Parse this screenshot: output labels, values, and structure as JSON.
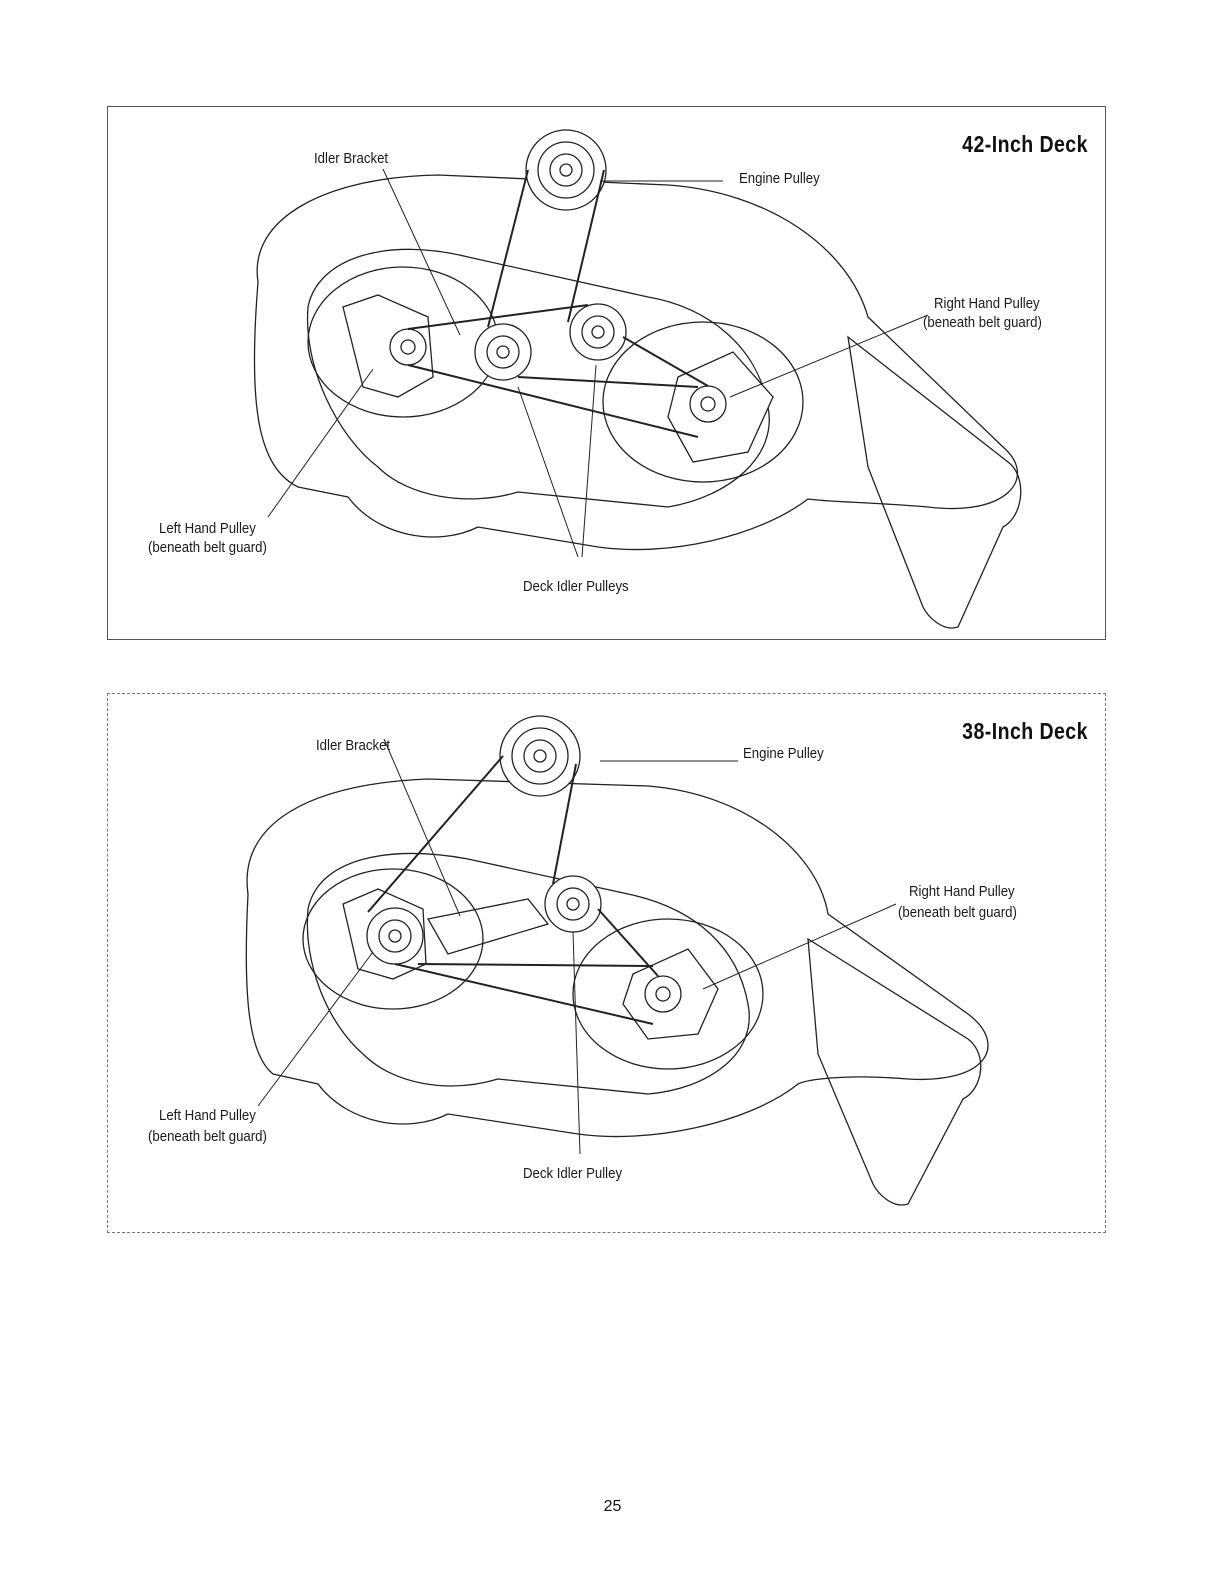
{
  "page_number": "25",
  "decks": [
    {
      "title": "42-Inch Deck",
      "labels": {
        "idler_bracket": "Idler Bracket",
        "engine_pulley": "Engine Pulley",
        "right_hand_pulley": "Right Hand Pulley",
        "right_hand_note": "(beneath belt guard)",
        "left_hand_pulley": "Left Hand Pulley",
        "left_hand_note": "(beneath belt guard)",
        "deck_idler": "Deck Idler Pulleys"
      }
    },
    {
      "title": "38-Inch Deck",
      "labels": {
        "idler_bracket": "Idler Bracket",
        "engine_pulley": "Engine Pulley",
        "right_hand_pulley": "Right Hand Pulley",
        "right_hand_note": "(beneath belt guard)",
        "left_hand_pulley": "Left Hand Pulley",
        "left_hand_note": "(beneath belt guard)",
        "deck_idler": "Deck Idler Pulley"
      }
    }
  ]
}
